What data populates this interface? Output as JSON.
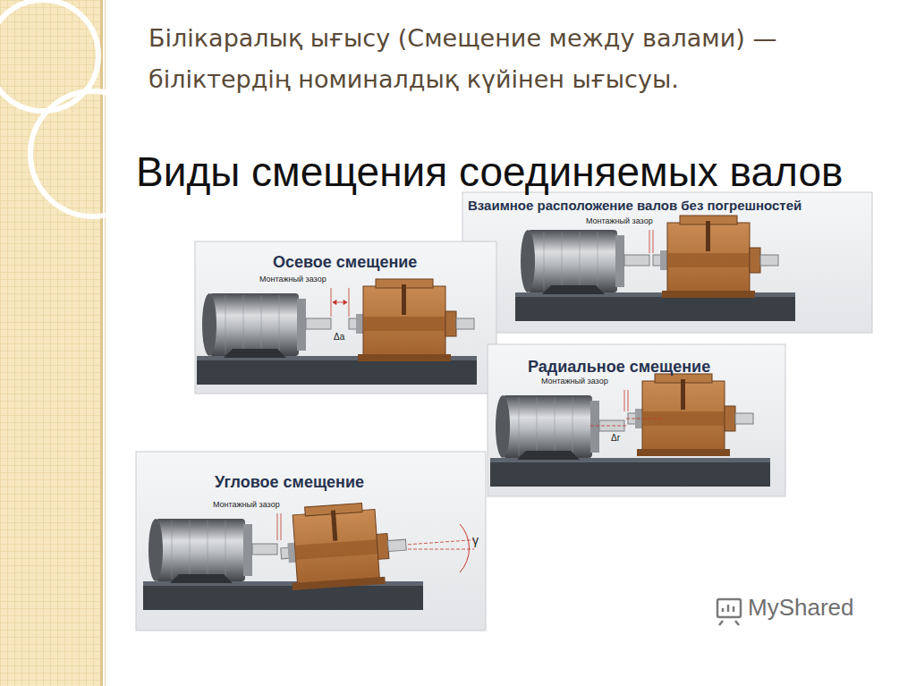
{
  "diagram": {
    "title": "Білікаралық ығысу (Смещение между валами) — біліктердің номиналдық күйінен ығысуы.",
    "nodes": [
      {
        "text": [
          "Взаимное расположение валов без погрешностей"
        ]
      },
      {
        "text": [
          "Осевое смещение"
        ]
      },
      {
        "text": [
          "Радиальное смещение"
        ]
      },
      {
        "text": [
          "Угловое смещение"
        ]
      }
    ],
    "labels": [
      "Виды смещения соединяемых валов",
      "Монтажный зазор",
      "Монтажный зазор",
      "Δa",
      "Монтажный зазор",
      "Δr",
      "Монтажный зазор",
      "γ",
      "MyShared"
    ]
  }
}
